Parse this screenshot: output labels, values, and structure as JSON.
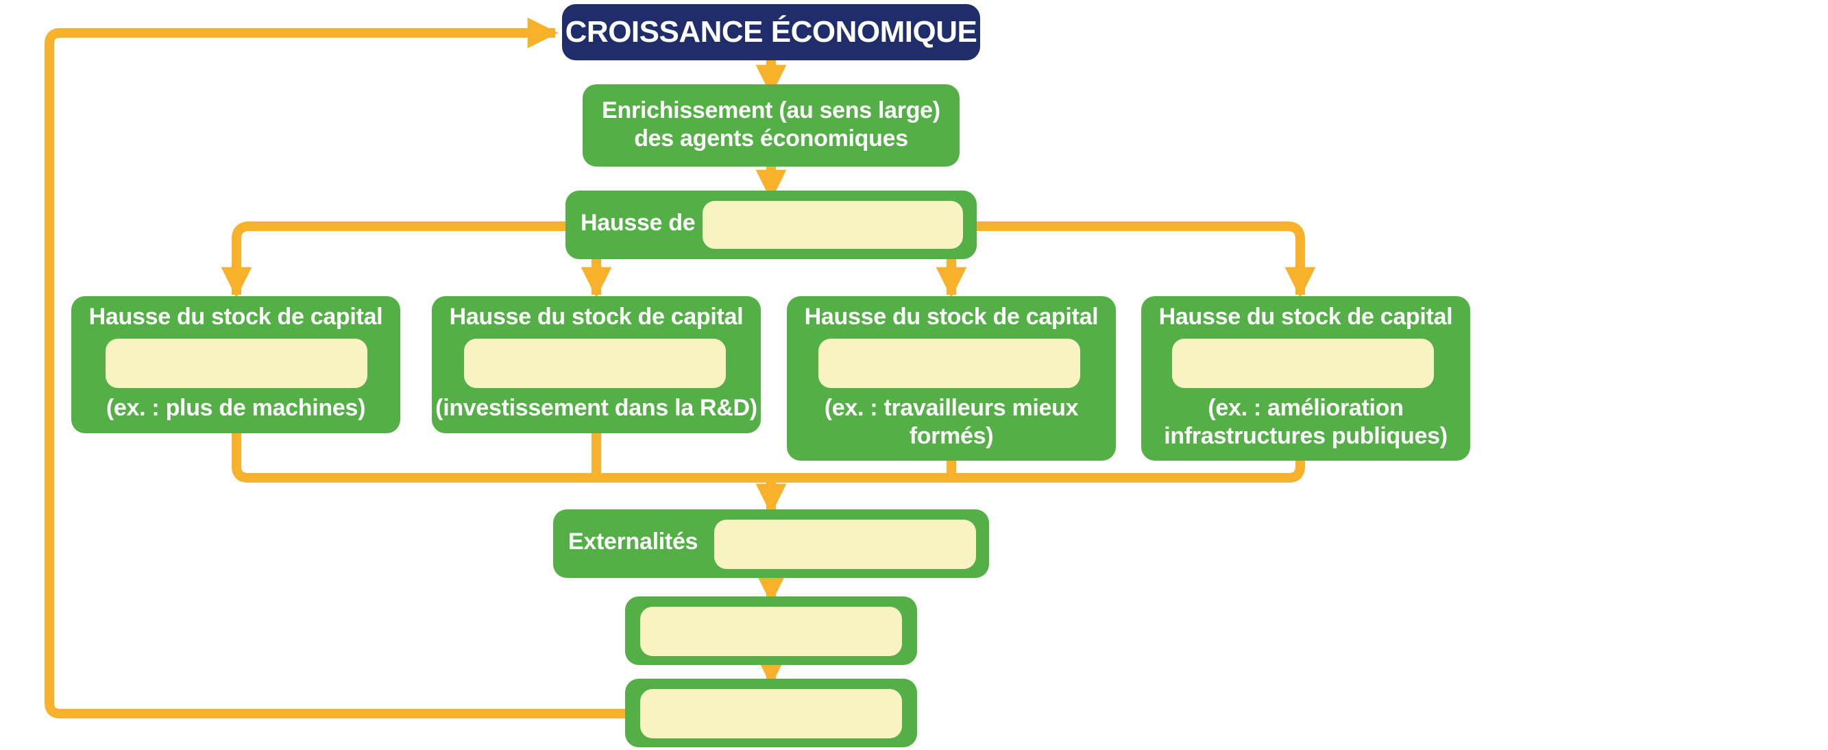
{
  "colors": {
    "title_bg": "#1f2d6b",
    "box_green": "#54b046",
    "blank_fill": "#f8f4c2",
    "arrow_orange": "#f7b12a"
  },
  "title": "CROISSANCE ÉCONOMIQUE",
  "enrichment": {
    "line1": "Enrichissement (au sens large)",
    "line2": "des agents économiques"
  },
  "hausse_de": {
    "label": "Hausse de",
    "blank": ""
  },
  "capital_boxes": [
    {
      "heading": "Hausse du stock de capital",
      "blank": "",
      "example_line1": "(ex. : plus de machines)",
      "example_line2": ""
    },
    {
      "heading": "Hausse du stock de capital",
      "blank": "",
      "example_line1": "(investissement dans la R&D)",
      "example_line2": ""
    },
    {
      "heading": "Hausse du stock de capital",
      "blank": "",
      "example_line1": "(ex. : travailleurs mieux",
      "example_line2": "formés)"
    },
    {
      "heading": "Hausse du stock de capital",
      "blank": "",
      "example_line1": "(ex. : amélioration",
      "example_line2": "infrastructures publiques)"
    }
  ],
  "externalites": {
    "label": "Externalités",
    "blank": ""
  },
  "step_7": {
    "blank": ""
  },
  "step_8": {
    "blank": ""
  }
}
